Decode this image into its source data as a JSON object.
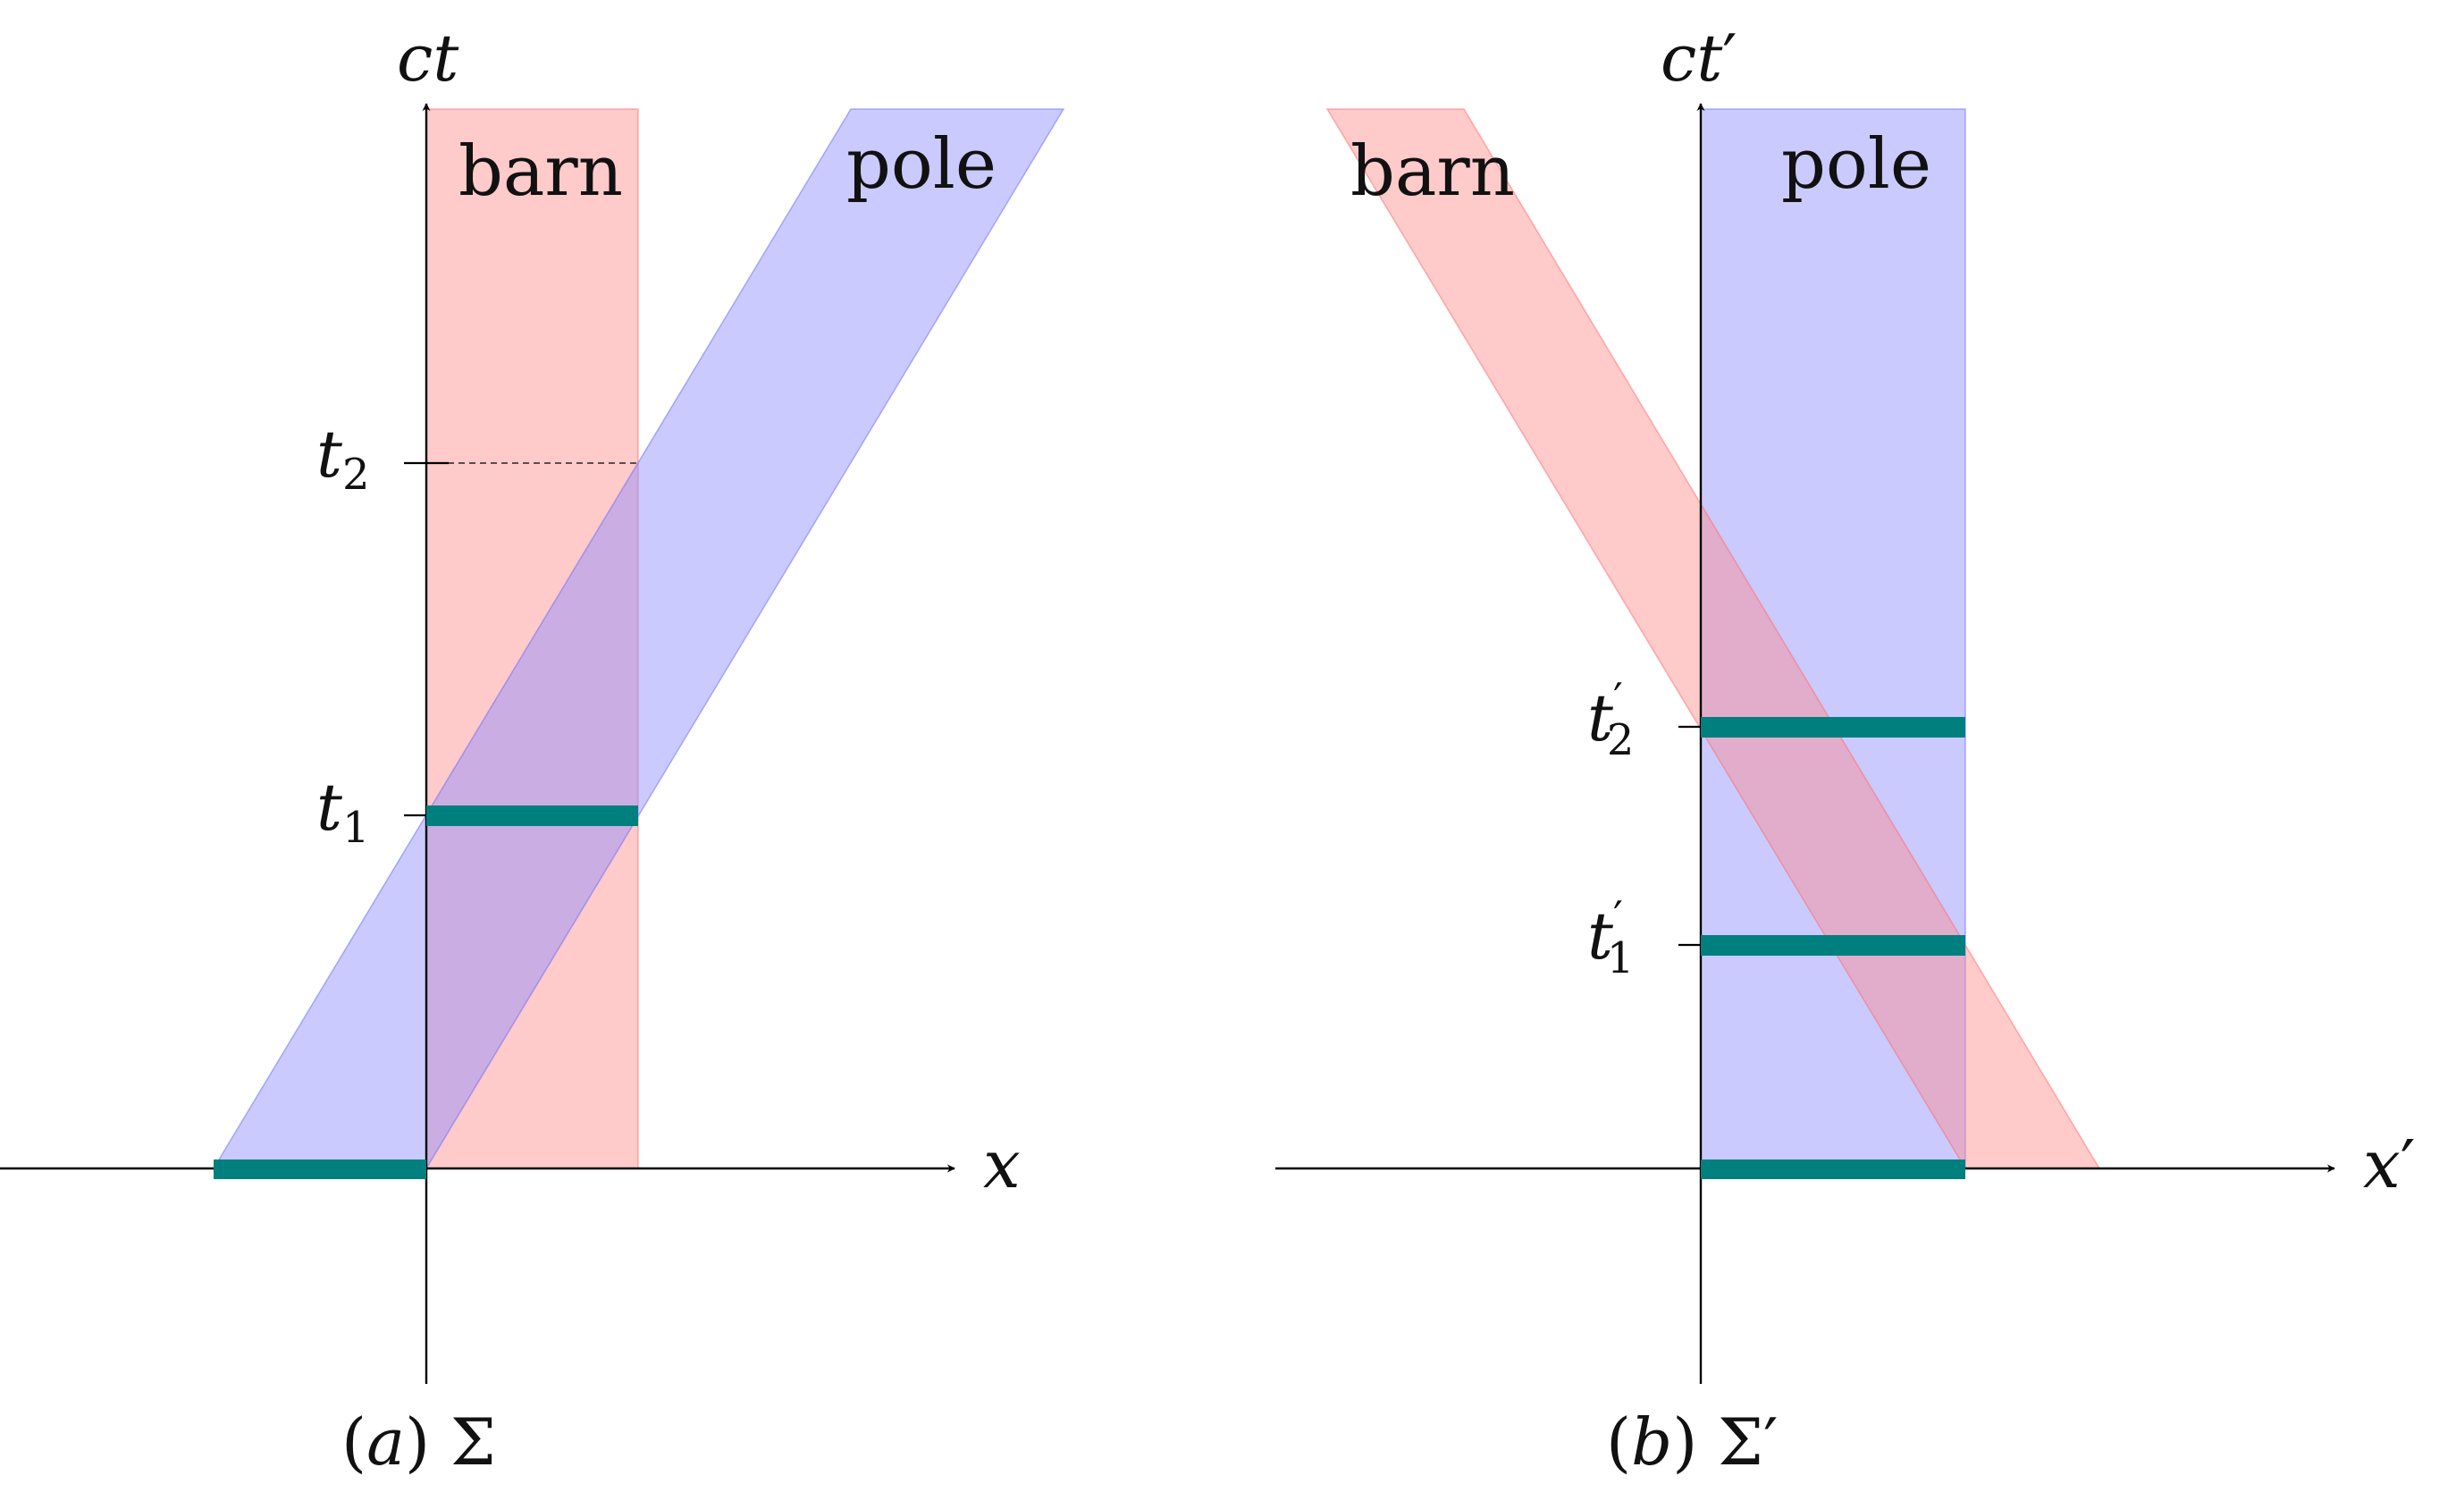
{
  "colors": {
    "barn_fill": "#ff8a8a",
    "barn_stroke": "#ff6666",
    "pole_fill": "#8a8aff",
    "pole_stroke": "#6666ff",
    "rod": "#007f7f",
    "axis": "#000000"
  },
  "panel_a": {
    "t_axis_prefix": "c",
    "t_axis_var": "t",
    "x_axis_var": "x",
    "barn_label": "barn",
    "pole_label": "pole",
    "tick1_var": "t",
    "tick1_sub": "1",
    "tick2_var": "t",
    "tick2_sub": "2",
    "caption_letter": "a",
    "caption_frame": "Σ"
  },
  "panel_b": {
    "t_axis_prefix": "c",
    "t_axis_var": "t",
    "prime": "′",
    "x_axis_var": "x",
    "barn_label": "barn",
    "pole_label": "pole",
    "tick1_var": "t",
    "tick1_sub": "1",
    "tick2_var": "t",
    "tick2_sub": "2",
    "caption_letter": "b",
    "caption_frame": "Σ′"
  }
}
